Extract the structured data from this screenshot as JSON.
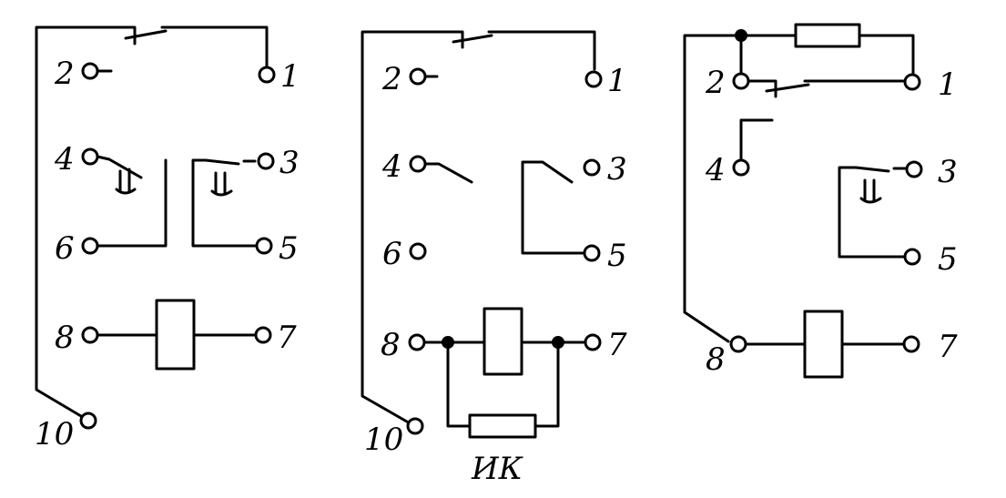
{
  "terminals": {
    "t1": "1",
    "t2": "2",
    "t3": "3",
    "t4": "4",
    "t5": "5",
    "t6": "6",
    "t7": "7",
    "t8": "8",
    "t10": "10"
  },
  "resistor_label": "ИК"
}
